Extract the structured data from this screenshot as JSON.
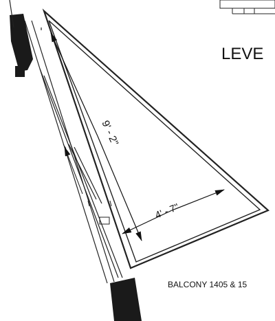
{
  "plan": {
    "heading": "LEVE",
    "caption": "BALCONY 1405 & 15",
    "dim_long": "9' - 2\"",
    "dim_short": "4' - 7\""
  }
}
